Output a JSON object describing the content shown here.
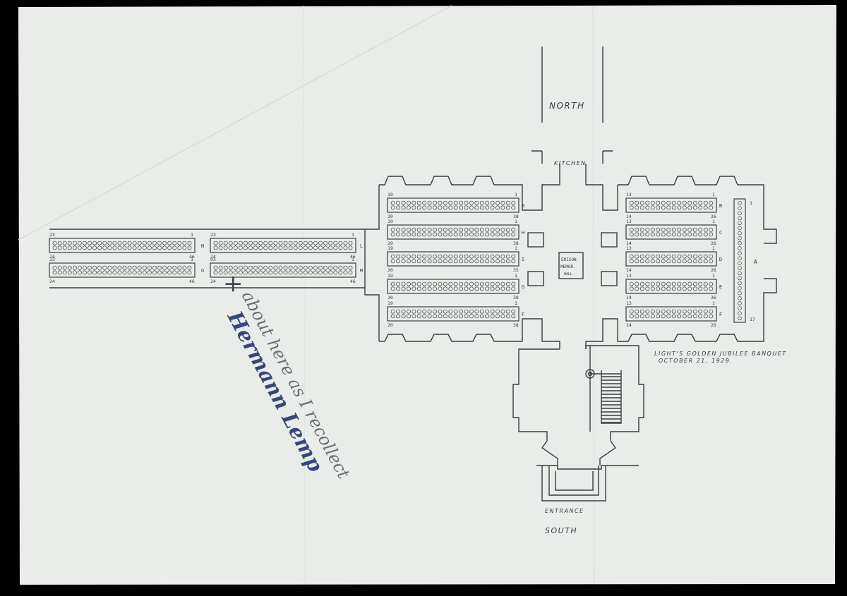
{
  "document": {
    "paper_color": "#e9ece8",
    "ink_color": "#3a3d40",
    "background_color": "#000000"
  },
  "plan_labels": {
    "north": "NORTH",
    "kitchen": "KITCHEN",
    "south": "SOUTH",
    "entrance": "ENTRANCE",
    "memorial": [
      "EDISON",
      "MEMOR.",
      "HALL"
    ],
    "caption_line1": "LIGHT'S GOLDEN JUBILEE BANQUET",
    "caption_line2": "OCTOBER 21, 1929."
  },
  "wing_tables": [
    {
      "row_letter": "N",
      "top_left": "23",
      "top_right": "1",
      "bottom_left": "24",
      "bottom_right": "46"
    },
    {
      "row_letter": "L",
      "top_left": "23",
      "top_right": "1",
      "bottom_left": "24",
      "bottom_right": "46"
    },
    {
      "row_letter": "O",
      "top_left": "23",
      "top_right": "1",
      "bottom_left": "24",
      "bottom_right": "46"
    },
    {
      "row_letter": "M",
      "top_left": "93",
      "top_right": "1",
      "bottom_left": "24",
      "bottom_right": "46"
    }
  ],
  "center_tables": [
    {
      "row_letter": "B",
      "top_left": "19",
      "top_right": "1",
      "bottom_left": "20",
      "bottom_right": "38"
    },
    {
      "row_letter": "H",
      "top_left": "19",
      "top_right": "1",
      "bottom_left": "20",
      "bottom_right": "38"
    },
    {
      "row_letter": "I",
      "top_left": "19",
      "top_right": "1",
      "bottom_left": "20",
      "bottom_right": "35"
    },
    {
      "row_letter": "G",
      "top_left": "19",
      "top_right": "1",
      "bottom_left": "20",
      "bottom_right": "38"
    },
    {
      "row_letter": "F",
      "top_left": "19",
      "top_right": "1",
      "bottom_left": "20",
      "bottom_right": "38"
    }
  ],
  "east_tables": [
    {
      "row_letter": "B",
      "top_left": "13",
      "top_right": "1",
      "bottom_left": "14",
      "bottom_right": "26"
    },
    {
      "row_letter": "C",
      "top_left": "13",
      "top_right": "1",
      "bottom_left": "14",
      "bottom_right": "26"
    },
    {
      "row_letter": "D",
      "top_left": "13",
      "top_right": "1",
      "bottom_left": "14",
      "bottom_right": "26"
    },
    {
      "row_letter": "E",
      "top_left": "13",
      "top_right": "1",
      "bottom_left": "14",
      "bottom_right": "26"
    },
    {
      "row_letter": "F",
      "top_left": "13",
      "top_right": "1",
      "bottom_left": "14",
      "bottom_right": "26"
    }
  ],
  "head_table": {
    "row_letter": "A",
    "top_number": "1",
    "bottom_number": "17"
  },
  "annotation": {
    "mark": "+",
    "note": "about here as I recollect",
    "signature": "Hermann Lemp",
    "pencil_color": "#6b6e73",
    "signature_color": "#37457f"
  }
}
